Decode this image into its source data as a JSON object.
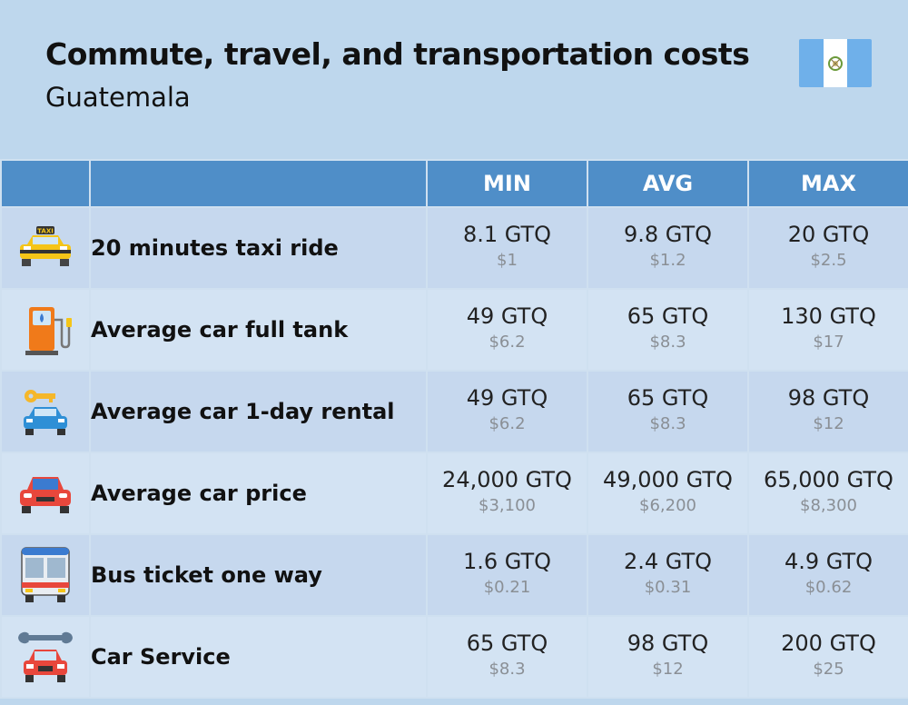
{
  "header": {
    "title": "Commute, travel, and transportation costs",
    "subtitle": "Guatemala",
    "flag_colors": {
      "blue": "#6fb0ea",
      "white": "#ffffff"
    }
  },
  "table": {
    "columns": [
      "",
      "",
      "MIN",
      "AVG",
      "MAX"
    ],
    "rows": [
      {
        "icon": "taxi-icon",
        "label": "20 minutes taxi ride",
        "min": {
          "local": "8.1 GTQ",
          "usd": "$1"
        },
        "avg": {
          "local": "9.8 GTQ",
          "usd": "$1.2"
        },
        "max": {
          "local": "20 GTQ",
          "usd": "$2.5"
        }
      },
      {
        "icon": "fuel-pump-icon",
        "label": "Average car full tank",
        "min": {
          "local": "49 GTQ",
          "usd": "$6.2"
        },
        "avg": {
          "local": "65 GTQ",
          "usd": "$8.3"
        },
        "max": {
          "local": "130 GTQ",
          "usd": "$17"
        }
      },
      {
        "icon": "car-rental-icon",
        "label": "Average car 1-day rental",
        "min": {
          "local": "49 GTQ",
          "usd": "$6.2"
        },
        "avg": {
          "local": "65 GTQ",
          "usd": "$8.3"
        },
        "max": {
          "local": "98 GTQ",
          "usd": "$12"
        }
      },
      {
        "icon": "car-icon",
        "label": "Average car price",
        "min": {
          "local": "24,000 GTQ",
          "usd": "$3,100"
        },
        "avg": {
          "local": "49,000 GTQ",
          "usd": "$6,200"
        },
        "max": {
          "local": "65,000 GTQ",
          "usd": "$8,300"
        }
      },
      {
        "icon": "bus-icon",
        "label": "Bus ticket one way",
        "min": {
          "local": "1.6 GTQ",
          "usd": "$0.21"
        },
        "avg": {
          "local": "2.4 GTQ",
          "usd": "$0.31"
        },
        "max": {
          "local": "4.9 GTQ",
          "usd": "$0.62"
        }
      },
      {
        "icon": "car-service-icon",
        "label": "Car Service",
        "min": {
          "local": "65 GTQ",
          "usd": "$8.3"
        },
        "avg": {
          "local": "98 GTQ",
          "usd": "$12"
        },
        "max": {
          "local": "200 GTQ",
          "usd": "$25"
        }
      }
    ]
  },
  "colors": {
    "background": "#bed7ed",
    "header_row": "#4f8ec8",
    "row_dark": "#c6d8ee",
    "row_light": "#d3e3f3"
  }
}
